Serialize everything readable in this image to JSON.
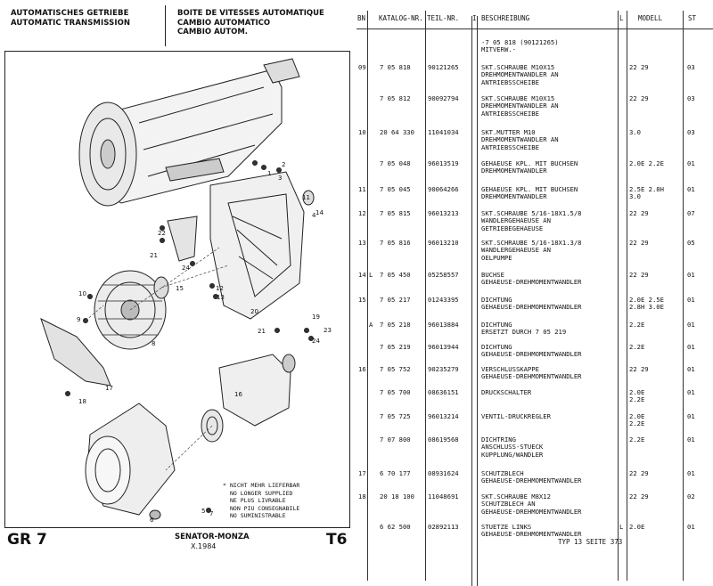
{
  "left_page": {
    "header_de": "AUTOMATISCHES GETRIEBE",
    "header_en": "AUTOMATIC TRANSMISSION",
    "header_fr": "BOITE DE VITESSES AUTOMATIQUE",
    "header_en2": "CAMBIO AUTOMATICO",
    "header_it": "CAMBIO AUTOM.",
    "legend": [
      "NICHT MEHR LIEFERBAR",
      "NO LONGER SUPPLIED",
      "NE PLUS LIVRABLE",
      "NON PIU CONSEGNABILE",
      "NO SUMINISTRABLE"
    ],
    "legend_star": "*",
    "group": "GR 7",
    "model": "SENATOR-MONZA",
    "date": "X.1984",
    "plate": "T6",
    "callouts": [
      "1",
      "2",
      "3",
      "4",
      "5",
      "6",
      "7",
      "8",
      "9",
      "10",
      "11",
      "12",
      "13",
      "14",
      "15",
      "16",
      "17",
      "18",
      "19",
      "20",
      "21",
      "21",
      "22",
      "23",
      "24",
      "24"
    ]
  },
  "right_page": {
    "columns": {
      "bn": "BN",
      "katalog": "KATALOG-NR.",
      "teil": "TEIL-NR.",
      "l1": "I",
      "desc": "BESCHREIBUNG",
      "l2": "L",
      "modell": "MODELL",
      "st": "ST"
    },
    "rows": [
      {
        "bn": "",
        "l1": "",
        "kat": "",
        "teil": "",
        "desc": [
          "-7 05 818 (90121265)",
          "MITVERW.-"
        ],
        "l2": "",
        "mod": [
          ""
        ],
        "st": ""
      },
      {
        "bn": "09",
        "l1": "",
        "kat": "7 05 818",
        "teil": "90121265",
        "desc": [
          "SKT.SCHRAUBE M10X15",
          "DREHMOMENTWANDLER AN",
          "ANTRIEBSSCHEIBE"
        ],
        "l2": "",
        "mod": [
          "22 29"
        ],
        "st": "03"
      },
      {
        "bn": "",
        "l1": "",
        "kat": "7 05 812",
        "teil": "90092794",
        "desc": [
          "SKT.SCHRAUBE M10X15",
          "DREHMOMENTWANDLER AN",
          "ANTRIEBSSCHEIBE"
        ],
        "l2": "",
        "mod": [
          "22 29"
        ],
        "st": "03"
      },
      {
        "bn": "10",
        "l1": "",
        "kat": "20 64 330",
        "teil": "11041034",
        "desc": [
          "SKT.MUTTER M10",
          "DREHMOMENTWANDLER AN",
          "ANTRIEBSSCHEIBE"
        ],
        "l2": "",
        "mod": [
          "3.0"
        ],
        "st": "03"
      },
      {
        "bn": "",
        "l1": "",
        "kat": "7 05 048",
        "teil": "96013519",
        "desc": [
          "GEHAEUSE KPL. MIT BUCHSEN",
          "DREHMOMENTWANDLER"
        ],
        "l2": "",
        "mod": [
          "2.0E 2.2E"
        ],
        "st": "01"
      },
      {
        "bn": "11",
        "l1": "",
        "kat": "7 05 045",
        "teil": "90064266",
        "desc": [
          "GEHAEUSE KPL. MIT BUCHSEN",
          "DREHMOMENTWANDLER"
        ],
        "l2": "",
        "mod": [
          "2.5E 2.8H",
          "3.0"
        ],
        "st": "01"
      },
      {
        "bn": "12",
        "l1": "",
        "kat": "7 05 815",
        "teil": "96013213",
        "desc": [
          "SKT.SCHRAUBE 5/16-18X1.5/8",
          "WANDLERGEHAEUSE AN",
          "GETRIEBEGEHAEUSE"
        ],
        "l2": "",
        "mod": [
          "22 29"
        ],
        "st": "07"
      },
      {
        "bn": "13",
        "l1": "",
        "kat": "7 05 816",
        "teil": "96013210",
        "desc": [
          "SKT.SCHRAUBE 5/16-18X1.3/8",
          "WANDLERGEHAEUSE AN",
          "OELPUMPE"
        ],
        "l2": "",
        "mod": [
          "22 29"
        ],
        "st": "05"
      },
      {
        "bn": "14",
        "l1": "L",
        "kat": "7 05 450",
        "teil": "05258557",
        "desc": [
          "BUCHSE",
          "GEHAEUSE-DREHMOMENTWANDLER"
        ],
        "l2": "",
        "mod": [
          "22 29"
        ],
        "st": "01"
      },
      {
        "bn": "15",
        "l1": "",
        "kat": "7 05 217",
        "teil": "01243395",
        "desc": [
          "DICHTUNG",
          "GEHAEUSE-DREHMOMENTWANDLER"
        ],
        "l2": "",
        "mod": [
          "2.0E 2.5E",
          "2.8H 3.0E"
        ],
        "st": "01"
      },
      {
        "bn": "",
        "l1": "A",
        "kat": "7 05 218",
        "teil": "96013884",
        "desc": [
          "DICHTUNG",
          "ERSETZT DURCH 7 05 219"
        ],
        "l2": "",
        "mod": [
          "2.2E"
        ],
        "st": "01"
      },
      {
        "bn": "",
        "l1": "",
        "kat": "7 05 219",
        "teil": "96013944",
        "desc": [
          "DICHTUNG",
          "GEHAEUSE-DREHMOMENTWANDLER"
        ],
        "l2": "",
        "mod": [
          "2.2E"
        ],
        "st": "01"
      },
      {
        "bn": "16",
        "l1": "",
        "kat": "7 05 752",
        "teil": "90235279",
        "desc": [
          "VERSCHLUSSKAPPE",
          "GEHAEUSE-DREHMOMENTWANDLER"
        ],
        "l2": "",
        "mod": [
          "22 29"
        ],
        "st": "01"
      },
      {
        "bn": "",
        "l1": "",
        "kat": "7 05 700",
        "teil": "08636151",
        "desc": [
          "DRUCKSCHALTER"
        ],
        "l2": "",
        "mod": [
          "2.0E",
          "2.2E"
        ],
        "st": "01"
      },
      {
        "bn": "",
        "l1": "",
        "kat": "7 05 725",
        "teil": "96013214",
        "desc": [
          "VENTIL-DRUCKREGLER"
        ],
        "l2": "",
        "mod": [
          "2.0E",
          "2.2E"
        ],
        "st": "01"
      },
      {
        "bn": "",
        "l1": "",
        "kat": "7 07 800",
        "teil": "08619568",
        "desc": [
          "DICHTRING",
          "ANSCHLUSS-STUECK",
          "KUPPLUNG/WANDLER"
        ],
        "l2": "",
        "mod": [
          "2.2E"
        ],
        "st": "01"
      },
      {
        "bn": "17",
        "l1": "",
        "kat": "6 70 177",
        "teil": "08931624",
        "desc": [
          "SCHUTZBLECH",
          "GEHAEUSE-DREHMOMENTWANDLER"
        ],
        "l2": "",
        "mod": [
          "22 29"
        ],
        "st": "01"
      },
      {
        "bn": "18",
        "l1": "",
        "kat": "20 18 100",
        "teil": "11048691",
        "desc": [
          "SKT.SCHRAUBE M8X12",
          "SCHUTZBLECH AN",
          "GEHAEUSE-DREHMOMENTWANDLER"
        ],
        "l2": "",
        "mod": [
          "22 29"
        ],
        "st": "02"
      },
      {
        "bn": "",
        "l1": "",
        "kat": "6 62 500",
        "teil": "02892113",
        "desc": [
          "STUETZE LINKS",
          "GEHAEUSE-DREHMOMENTWANDLER"
        ],
        "l2": "L",
        "mod": [
          "2.0E"
        ],
        "st": "01"
      }
    ],
    "footer": "TYP 13 SEITE 373"
  }
}
